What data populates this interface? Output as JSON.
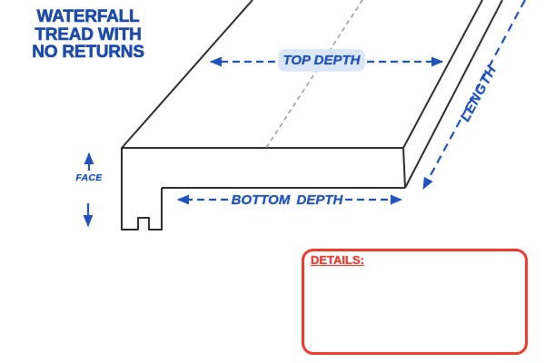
{
  "title": {
    "lines": [
      "WATERFALL",
      "TREAD WITH",
      "NO RETURNS"
    ]
  },
  "diagram": {
    "name": "waterfall tread with no returns - dimension diagram",
    "labels": {
      "top_depth": "TOP DEPTH",
      "bottom_depth": "BOTTOM DEPTH",
      "length": "LENGTH",
      "face": "FACE"
    }
  },
  "details_box": {
    "heading": "DETAILS:"
  },
  "colors": {
    "title_blue": "#1c4aac",
    "dimension_blue": "#2053c0",
    "label_pill_bg": "#dbe6f8",
    "outline_black": "#2e2e2e",
    "centerline_gray": "#9a9a9a",
    "details_red": "#f03a2e"
  }
}
